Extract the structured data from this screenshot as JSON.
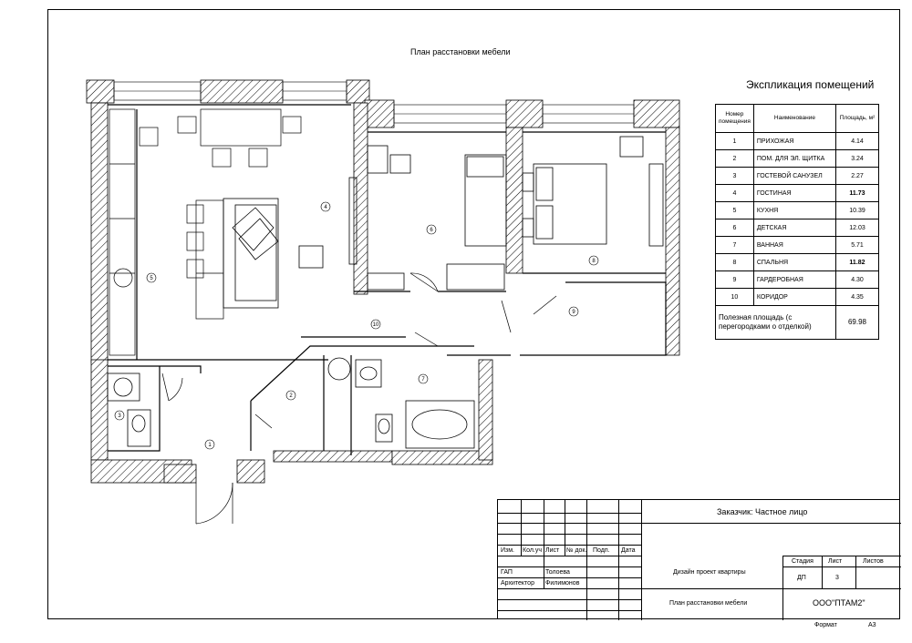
{
  "plan": {
    "title": "План расстановки мебели",
    "room_labels": [
      "1",
      "2",
      "3",
      "4",
      "5",
      "6",
      "7",
      "8",
      "9",
      "10"
    ]
  },
  "explication": {
    "title": "Экспликация помещений",
    "headers": [
      "Номер помещения",
      "Наименование",
      "Площадь, м²"
    ],
    "rows": [
      {
        "num": "1",
        "name": "ПРИХОЖАЯ",
        "area": "4.14"
      },
      {
        "num": "2",
        "name": "ПОМ. ДЛЯ ЭЛ. ЩИТКА",
        "area": "3.24"
      },
      {
        "num": "3",
        "name": "ГОСТЕВОЙ САНУЗЕЛ",
        "area": "2.27"
      },
      {
        "num": "4",
        "name": "ГОСТИНАЯ",
        "area": "11.73"
      },
      {
        "num": "5",
        "name": "КУХНЯ",
        "area": "10.39"
      },
      {
        "num": "6",
        "name": "ДЕТСКАЯ",
        "area": "12.03"
      },
      {
        "num": "7",
        "name": "ВАННАЯ",
        "area": "5.71"
      },
      {
        "num": "8",
        "name": "СПАЛЬНЯ",
        "area": "11.82"
      },
      {
        "num": "9",
        "name": "ГАРДЕРОБНАЯ",
        "area": "4.30"
      },
      {
        "num": "10",
        "name": "КОРИДОР",
        "area": "4.35"
      }
    ],
    "total_label": "Полезная площадь (с перегородками о отделкой)",
    "total_area": "69.98"
  },
  "stamp": {
    "customer": "Заказчик: Частное лицо",
    "col_headers": [
      "Изм.",
      "Кол.уч",
      "Лист",
      "№ док.",
      "Подп.",
      "Дата"
    ],
    "role_1": "ГАП",
    "name_1": "Толоева",
    "role_2": "Архитектор",
    "name_2": "Филимонов",
    "project": "Дизайн проект квартиры",
    "sheet_title": "План расстановки мебели",
    "stage_label": "Стадия",
    "stage": "ДП",
    "sheet_label": "Лист",
    "sheet": "3",
    "sheets_label": "Листов",
    "company": "ООО\"ПТАМ2\"",
    "format_label": "Формат",
    "format": "А3"
  }
}
